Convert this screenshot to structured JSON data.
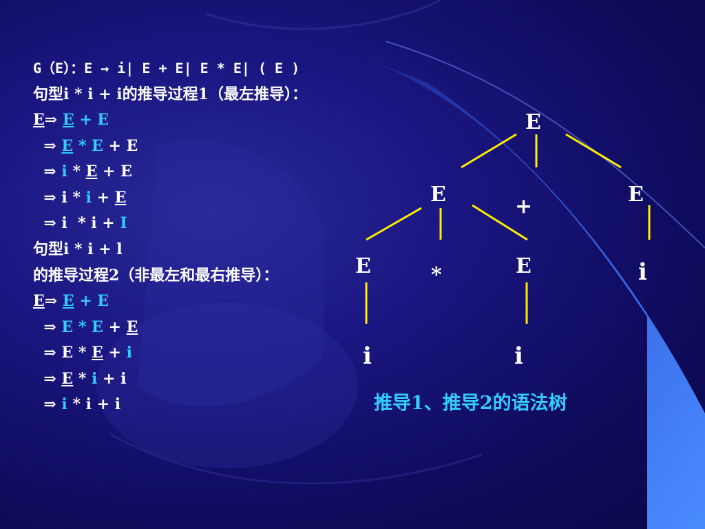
{
  "grammar": "G（E）：E → i| E + E| E * E| ( E )",
  "derivation1": {
    "title": "句型i * i + i的推导过程1（最左推导）：",
    "steps": [
      [
        {
          "t": "E",
          "c": false,
          "u": true
        },
        {
          "t": "⇒ ",
          "c": false,
          "u": false
        },
        {
          "t": "E",
          "c": true,
          "u": true
        },
        {
          "t": " + E",
          "c": true,
          "u": false
        }
      ],
      [
        {
          "t": "  ⇒ ",
          "c": false,
          "u": false
        },
        {
          "t": "E",
          "c": true,
          "u": true
        },
        {
          "t": " * E",
          "c": true,
          "u": false
        },
        {
          "t": " + E",
          "c": false,
          "u": false
        }
      ],
      [
        {
          "t": "  ⇒ ",
          "c": false,
          "u": false
        },
        {
          "t": "i",
          "c": true,
          "u": false
        },
        {
          "t": " * ",
          "c": false,
          "u": false
        },
        {
          "t": "E",
          "c": false,
          "u": true
        },
        {
          "t": " + E",
          "c": false,
          "u": false
        }
      ],
      [
        {
          "t": "  ⇒ ",
          "c": false,
          "u": false
        },
        {
          "t": "i * ",
          "c": false,
          "u": false
        },
        {
          "t": "i",
          "c": true,
          "u": false
        },
        {
          "t": " + ",
          "c": false,
          "u": false
        },
        {
          "t": "E",
          "c": false,
          "u": true
        }
      ],
      [
        {
          "t": "  ⇒ ",
          "c": false,
          "u": false
        },
        {
          "t": "i  * i + ",
          "c": false,
          "u": false
        },
        {
          "t": "I",
          "c": true,
          "u": false
        }
      ]
    ]
  },
  "derivation2": {
    "title_line1": "句型i * i + l",
    "title_line2": "的推导过程2（非最左和最右推导）：",
    "steps": [
      [
        {
          "t": "E",
          "c": false,
          "u": true
        },
        {
          "t": "⇒ ",
          "c": false,
          "u": false
        },
        {
          "t": "E",
          "c": true,
          "u": true
        },
        {
          "t": " + E",
          "c": true,
          "u": false
        }
      ],
      [
        {
          "t": "  ⇒ ",
          "c": false,
          "u": false
        },
        {
          "t": "E * E",
          "c": true,
          "u": false
        },
        {
          "t": " + ",
          "c": false,
          "u": false
        },
        {
          "t": "E",
          "c": false,
          "u": true
        }
      ],
      [
        {
          "t": "  ⇒ ",
          "c": false,
          "u": false
        },
        {
          "t": "E * ",
          "c": false,
          "u": false
        },
        {
          "t": "E",
          "c": false,
          "u": true
        },
        {
          "t": " + ",
          "c": false,
          "u": false
        },
        {
          "t": "i",
          "c": true,
          "u": false
        }
      ],
      [
        {
          "t": "  ⇒ ",
          "c": false,
          "u": false
        },
        {
          "t": "E",
          "c": false,
          "u": true
        },
        {
          "t": " * ",
          "c": false,
          "u": false
        },
        {
          "t": "i",
          "c": true,
          "u": false
        },
        {
          "t": " + i",
          "c": false,
          "u": false
        }
      ],
      [
        {
          "t": "  ⇒ ",
          "c": false,
          "u": false
        },
        {
          "t": "i",
          "c": true,
          "u": false
        },
        {
          "t": " * i + i",
          "c": false,
          "u": false
        }
      ]
    ]
  },
  "tree": {
    "root": "E",
    "left": "E",
    "plus": "+",
    "right": "E",
    "ll": "E",
    "star": "*",
    "lr": "E",
    "right_leaf": "i",
    "ll_leaf": "i",
    "lr_leaf": "i"
  },
  "caption": "推导1、推导2的语法树",
  "colors": {
    "highlight": "#33ccff",
    "edge": "#ffee00",
    "text": "#ffffff"
  }
}
